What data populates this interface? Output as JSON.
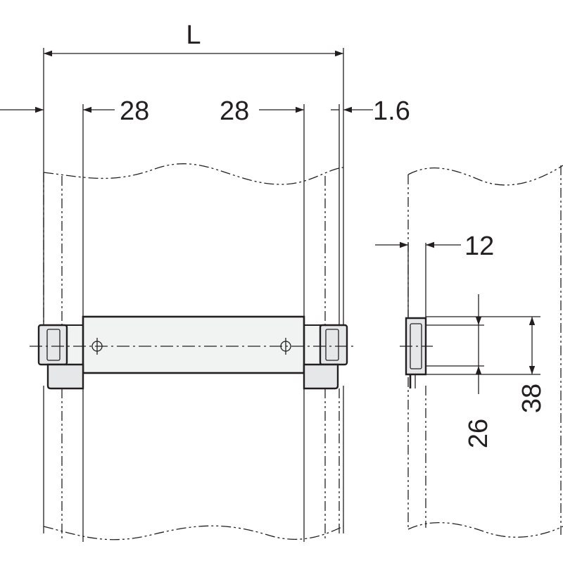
{
  "dimensions": {
    "overall_length": "L",
    "left_inset": "28",
    "right_inset": "28",
    "panel_thickness": "1.6",
    "side_offset": "12",
    "inner_height": "26",
    "outer_height": "38"
  }
}
